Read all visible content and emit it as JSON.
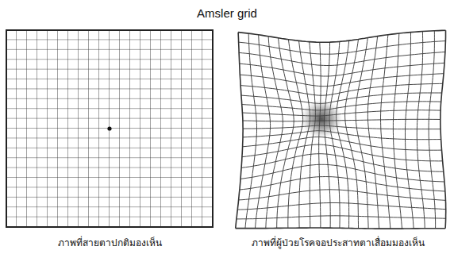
{
  "diagram": {
    "title": "Amsler grid",
    "labels": [
      "ภาพที่สายตาปกติมองเห็น",
      "ภาพที่ผู้ป่วยโรคจอประสาทตาเสื่อมมองเห็น"
    ]
  }
}
